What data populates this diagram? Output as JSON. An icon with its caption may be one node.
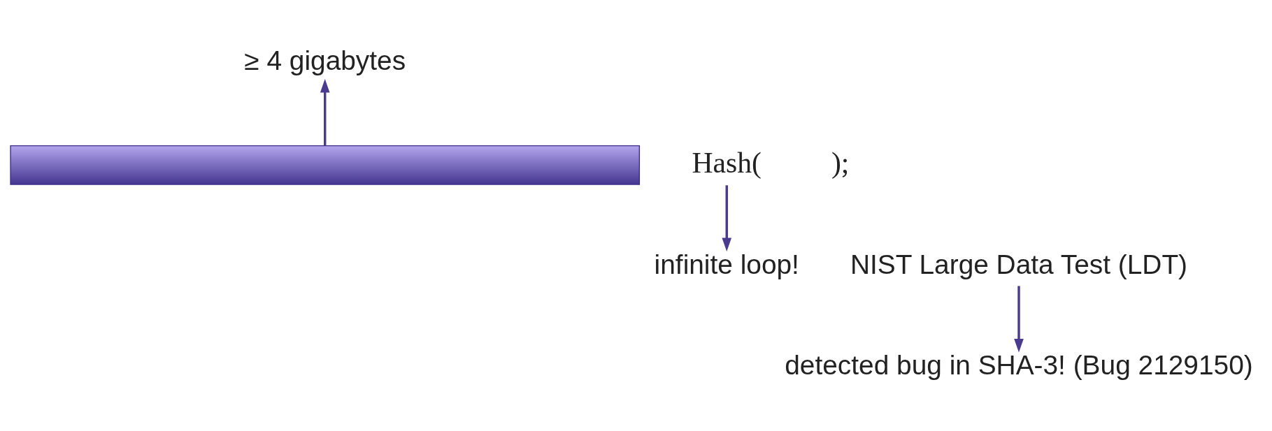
{
  "diagram": {
    "nodes": [
      {
        "text": [
          "≥ 4 gigabytes"
        ]
      },
      {
        "text": [
          "Hash("
        ]
      },
      {
        "text": [],
        "shape": "bar"
      },
      {
        "text": [
          ");"
        ]
      },
      {
        "text": [
          "NIST Large Data Test (LDT)"
        ]
      },
      {
        "text": [
          "detected bug in SHA-3! (Bug 2129150)"
        ]
      },
      {
        "text": [
          "infinite loop!"
        ]
      }
    ],
    "edges": [
      {
        "from": 2,
        "to": 0,
        "arrow": "to"
      },
      {
        "from": 1,
        "to": 6,
        "arrow": "to"
      },
      {
        "from": 4,
        "to": 5,
        "arrow": "to"
      }
    ]
  }
}
